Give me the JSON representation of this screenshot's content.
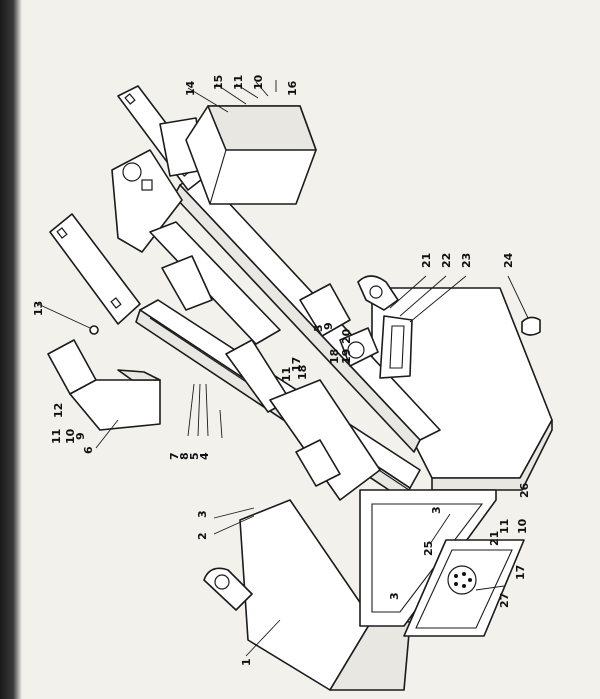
{
  "callouts": [
    {
      "id": "c1",
      "text": "1"
    },
    {
      "id": "c2",
      "text": "2"
    },
    {
      "id": "c3a",
      "text": "3"
    },
    {
      "id": "c3b",
      "text": "3"
    },
    {
      "id": "c3c",
      "text": "3"
    },
    {
      "id": "c3d",
      "text": "3"
    },
    {
      "id": "c4",
      "text": "4"
    },
    {
      "id": "c5",
      "text": "5"
    },
    {
      "id": "c6",
      "text": "6"
    },
    {
      "id": "c7",
      "text": "7"
    },
    {
      "id": "c8",
      "text": "8"
    },
    {
      "id": "c9a",
      "text": "9"
    },
    {
      "id": "c9b",
      "text": "9"
    },
    {
      "id": "c10a",
      "text": "10"
    },
    {
      "id": "c10b",
      "text": "10"
    },
    {
      "id": "c10c",
      "text": "10"
    },
    {
      "id": "c11a",
      "text": "11"
    },
    {
      "id": "c11b",
      "text": "11"
    },
    {
      "id": "c11c",
      "text": "11"
    },
    {
      "id": "c11d",
      "text": "11"
    },
    {
      "id": "c12",
      "text": "12"
    },
    {
      "id": "c13",
      "text": "13"
    },
    {
      "id": "c14",
      "text": "14"
    },
    {
      "id": "c15",
      "text": "15"
    },
    {
      "id": "c16",
      "text": "16"
    },
    {
      "id": "c17a",
      "text": "17"
    },
    {
      "id": "c17b",
      "text": "17"
    },
    {
      "id": "c18a",
      "text": "18"
    },
    {
      "id": "c18b",
      "text": "18"
    },
    {
      "id": "c19",
      "text": "19"
    },
    {
      "id": "c20",
      "text": "20"
    },
    {
      "id": "c21a",
      "text": "21"
    },
    {
      "id": "c21b",
      "text": "21"
    },
    {
      "id": "c22",
      "text": "22"
    },
    {
      "id": "c23",
      "text": "23"
    },
    {
      "id": "c24",
      "text": "24"
    },
    {
      "id": "c25",
      "text": "25"
    },
    {
      "id": "c26",
      "text": "26"
    },
    {
      "id": "c27",
      "text": "27"
    }
  ]
}
